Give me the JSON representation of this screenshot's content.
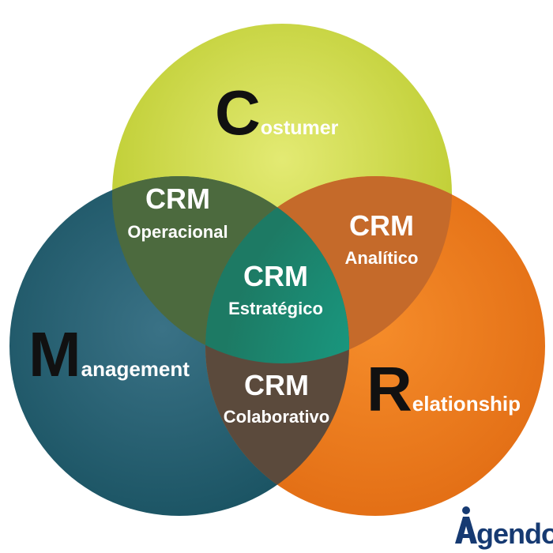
{
  "circles": {
    "costumer": {
      "initial": "C",
      "rest": "ostumer"
    },
    "management": {
      "initial": "M",
      "rest": "anagement"
    },
    "relationship": {
      "initial": "R",
      "rest": "elationship"
    }
  },
  "intersections": {
    "operacional": {
      "title": "CRM",
      "subtitle": "Operacional"
    },
    "analitico": {
      "title": "CRM",
      "subtitle": "Analítico"
    },
    "colaborativo": {
      "title": "CRM",
      "subtitle": "Colaborativo"
    },
    "estrategico": {
      "title": "CRM",
      "subtitle": "Estratégico"
    }
  },
  "logo": {
    "rest": "gendor"
  },
  "colors": {
    "costumer": "#d2dd44",
    "management": "#1f5d72",
    "relationship": "#f07a1c",
    "logo": "#163a72"
  }
}
